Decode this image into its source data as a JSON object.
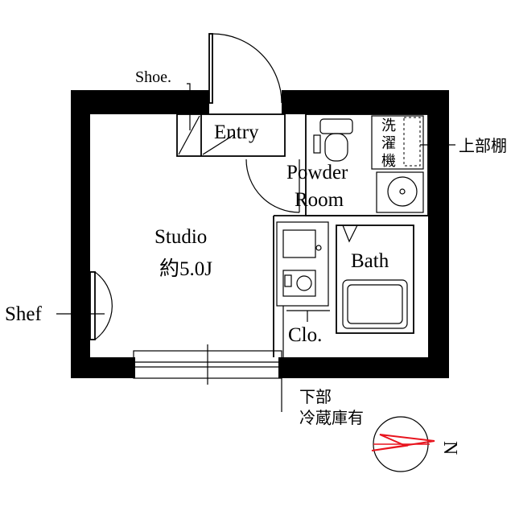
{
  "labels": {
    "shoe": "Shoe.",
    "entry": "Entry",
    "powder_line1": "Powder",
    "powder_line2": "Room",
    "washer_1": "洗",
    "washer_2": "濯",
    "washer_3": "機",
    "upper_shelf": "上部棚",
    "studio": "Studio",
    "studio_size": "約5.0J",
    "bath": "Bath",
    "shelf": "Shef",
    "closet": "Clo.",
    "fridge_line1": "下部",
    "fridge_line2": "冷蔵庫有",
    "compass_letter": "N"
  },
  "colors": {
    "wall": "#000000",
    "compass": "#e8141e",
    "background": "#ffffff"
  }
}
